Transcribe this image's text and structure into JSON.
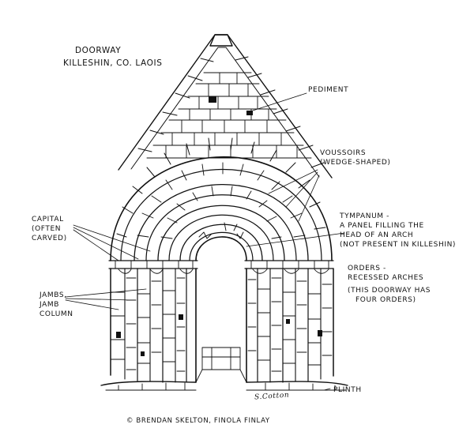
{
  "title": {
    "line1": "DOORWAY",
    "line2": "KILLESHIN, CO. LAOIS"
  },
  "labels": {
    "pediment": "PEDIMENT",
    "voussoirs_1": "VOUSSOIRS",
    "voussoirs_2": "(WEDGE-SHAPED)",
    "tympanum_1": "TYMPANUM -",
    "tympanum_2": "A PANEL FILLING THE",
    "tympanum_3": "HEAD OF AN ARCH",
    "tympanum_4": "(NOT PRESENT IN KILLESHIN)",
    "orders_1": "ORDERS -",
    "orders_2": "RECESSED ARCHES",
    "orders_3": "(THIS DOORWAY HAS",
    "orders_4": "FOUR ORDERS)",
    "capital_1": "CAPITAL",
    "capital_2": "(OFTEN",
    "capital_3": "CARVED)",
    "jambs_1": "JAMBS,",
    "jambs_2": "JAMB",
    "jambs_3": "COLUMN",
    "plinth": "PLINTH"
  },
  "signature": "S.Cotton",
  "copyright": "© BRENDAN SKELTON, FINOLA FINLAY",
  "colors": {
    "ink": "#111111",
    "paper": "#ffffff"
  }
}
